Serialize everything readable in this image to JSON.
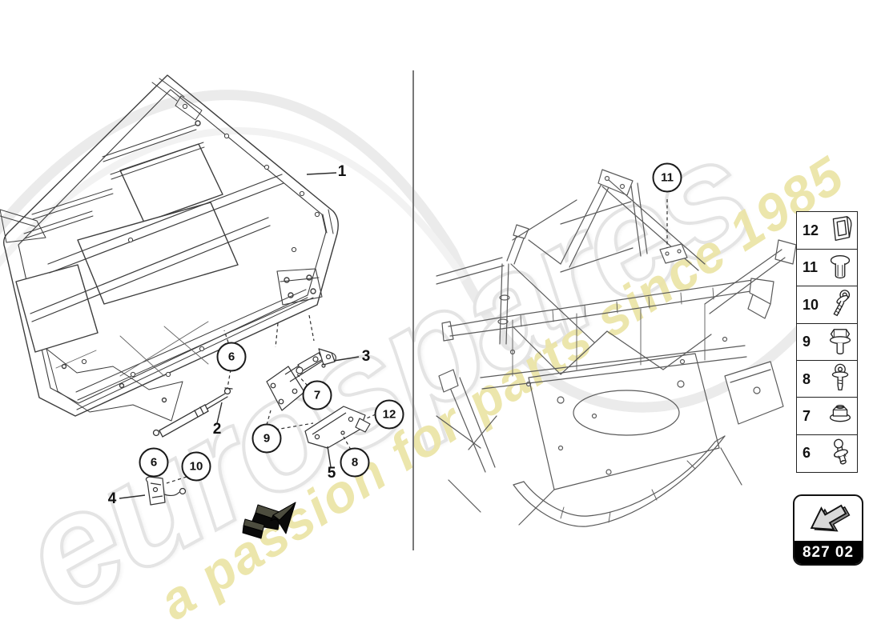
{
  "watermark": {
    "brand": "eurospares",
    "tagline": "a passion for parts since 1985",
    "brand_color": "#e4e4e4",
    "tagline_color": "#ece5a8"
  },
  "diagram": {
    "left": {
      "labels": [
        {
          "text": "1"
        },
        {
          "text": "2"
        },
        {
          "text": "3"
        },
        {
          "text": "4"
        },
        {
          "text": "5"
        }
      ],
      "circles": [
        {
          "text": "6"
        },
        {
          "text": "6"
        },
        {
          "text": "10"
        },
        {
          "text": "7"
        },
        {
          "text": "9"
        },
        {
          "text": "12"
        },
        {
          "text": "8"
        }
      ]
    },
    "right": {
      "circles": [
        {
          "text": "11"
        }
      ]
    }
  },
  "legend": {
    "items": [
      {
        "number": "12",
        "icon": "spring-clip-icon"
      },
      {
        "number": "11",
        "icon": "expanding-rivet-icon"
      },
      {
        "number": "10",
        "icon": "washer-screw-icon"
      },
      {
        "number": "9",
        "icon": "flange-bolt-icon"
      },
      {
        "number": "8",
        "icon": "shoulder-screw-icon"
      },
      {
        "number": "7",
        "icon": "flange-nut-icon"
      },
      {
        "number": "6",
        "icon": "ball-stud-icon"
      }
    ]
  },
  "nav_box": {
    "code": "827 02",
    "icon": "arrow-up-left-icon"
  },
  "line_colors": {
    "cover": "#3d3d3d",
    "chassis": "#5a5a5a",
    "callout": "#1a1a1a"
  }
}
